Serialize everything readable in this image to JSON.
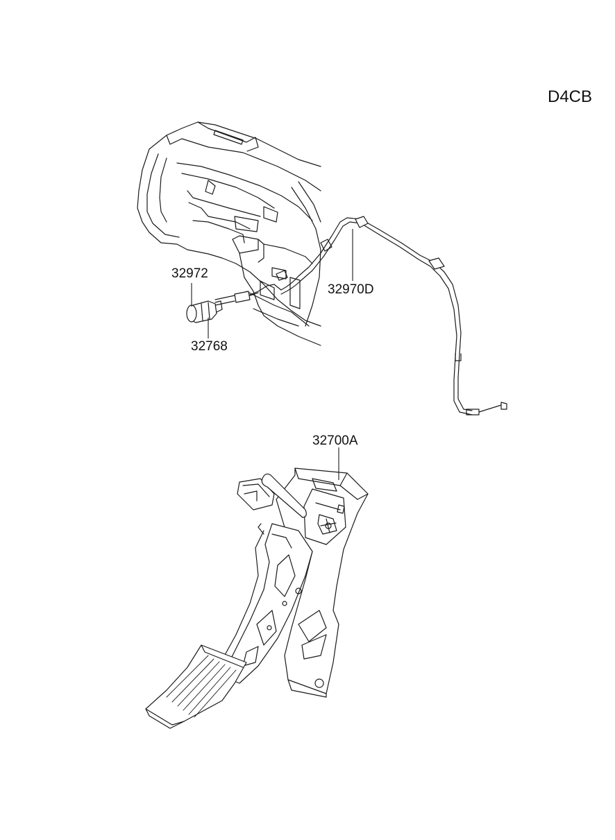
{
  "diagram": {
    "code": "D4CB",
    "callouts": {
      "p32972": "32972",
      "p32768": "32768",
      "p32970D": "32970D",
      "p32700A": "32700A"
    }
  }
}
